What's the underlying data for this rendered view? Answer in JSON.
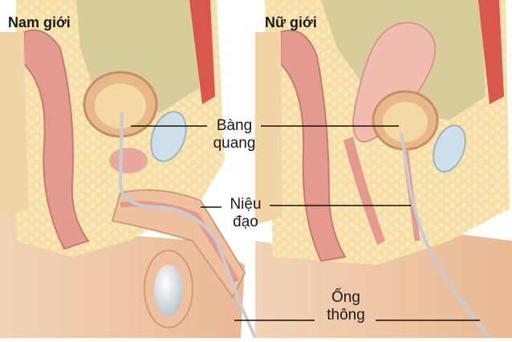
{
  "panels": {
    "male_title": "Nam giới",
    "female_title": "Nữ giới"
  },
  "labels": {
    "bladder": [
      "Bàng",
      "quang"
    ],
    "urethra": [
      "Niệu",
      "đạo"
    ],
    "catheter": [
      "Ống",
      "thông"
    ]
  },
  "colors": {
    "skin": "#f1c9a7",
    "fat": "#f6dfa5",
    "muscle": "#e59a8f",
    "bladder_wall": "#e8b88a",
    "urine": "#f4d9a4",
    "pubic_bone": "#cfe0ea",
    "tube": "#cfd4d8",
    "leader_line": "#111111"
  }
}
